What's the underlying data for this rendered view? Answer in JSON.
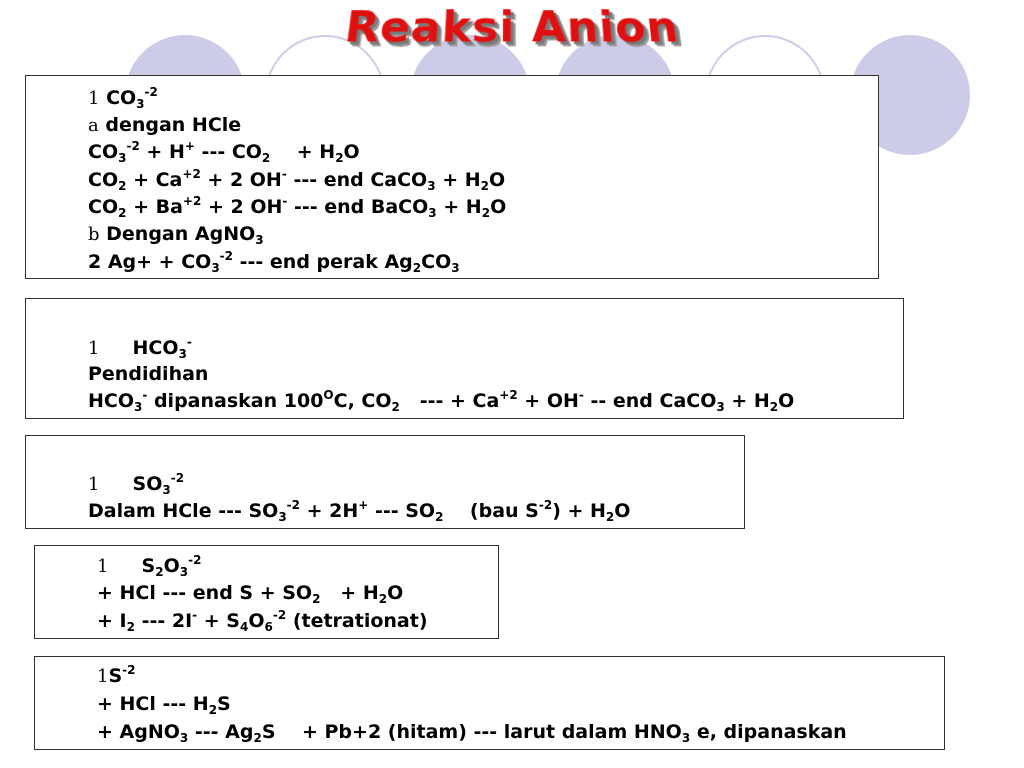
{
  "slide": {
    "title": "Reaksi Anion",
    "colors": {
      "title": "#e01010",
      "decor_circle": "#cccce8",
      "border": "#333333"
    }
  },
  "sections": [
    {
      "id": "co3",
      "marker": "1",
      "heading": "CO3-2",
      "sub_a_marker": "a",
      "sub_a_label": "dengan HCle",
      "lines": [
        "CO3-2 + H+ --- CO2 + H2O",
        "CO2 + Ca+2 + 2 OH- --- end CaCO3 + H2O",
        "CO2 + Ba+2 + 2 OH- --- end BaCO3 + H2O"
      ],
      "sub_b_marker": "b",
      "sub_b_label": "Dengan AgNO3",
      "line_b": "2 Ag+ + CO3-2 --- end perak Ag2CO3"
    },
    {
      "id": "hco3",
      "marker": "1",
      "heading": "HCO3-",
      "label": "Pendidihan",
      "line": "HCO3- dipanaskan 100OC, CO2 --- + Ca+2 + OH- -- end CaCO3 + H2O"
    },
    {
      "id": "so3",
      "marker": "1",
      "heading": "SO3-2",
      "line": "Dalam HCle --- SO3-2 + 2H+ --- SO2 (bau S-2) + H2O"
    },
    {
      "id": "s2o3",
      "marker": "1",
      "heading": "S2O3-2",
      "lines": [
        "+ HCl --- end S + SO2 + H2O",
        "+ I2 --- 2I- + S4O6-2 (tetrationat)"
      ]
    },
    {
      "id": "s",
      "marker": "1",
      "heading": "S-2",
      "lines": [
        "+ HCl --- H2S",
        "+ AgNO3 --- Ag2S + Pb+2 (hitam) --- larut dalam HNO3 e, dipanaskan"
      ]
    }
  ]
}
